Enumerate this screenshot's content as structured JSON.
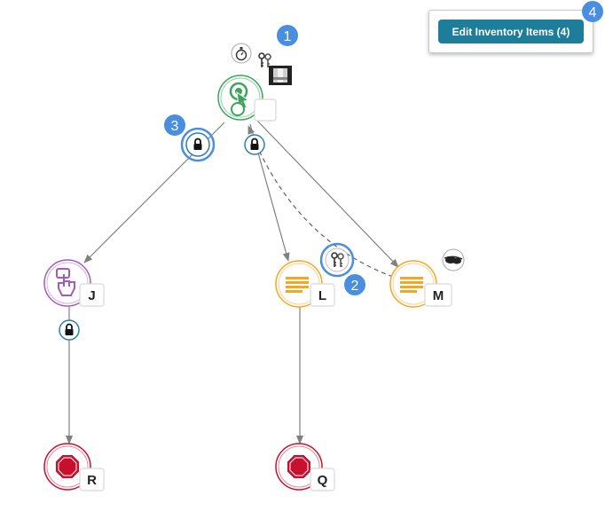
{
  "toolbar": {
    "edit_inventory_label": "Edit Inventory Items (4)"
  },
  "badges": {
    "b1": "1",
    "b2": "2",
    "b3": "3",
    "b4": "4"
  },
  "nodes": {
    "start": {
      "label": ""
    },
    "j": {
      "label": "J"
    },
    "l": {
      "label": "L"
    },
    "m": {
      "label": "M"
    },
    "r": {
      "label": "R"
    },
    "q": {
      "label": "Q"
    }
  },
  "colors": {
    "start": "#3aa55b",
    "touch": "#a25bb8",
    "text_node": "#f5a623",
    "stop": "#c8102e",
    "badge": "#4a8ee0",
    "edge": "#808080",
    "button": "#1e7d9a"
  },
  "icons": {
    "start": "cursor-click-icon",
    "j": "hand-tap-icon",
    "l": "text-lines-icon",
    "m": "text-lines-icon",
    "r": "stop-sign-icon",
    "q": "stop-sign-icon",
    "top_items": [
      "stopwatch-icon",
      "keys-icon",
      "x-ray-image-icon"
    ],
    "m_item": "goggles-icon",
    "edge_keys": "keys-icon",
    "locks": "lock-icon"
  }
}
